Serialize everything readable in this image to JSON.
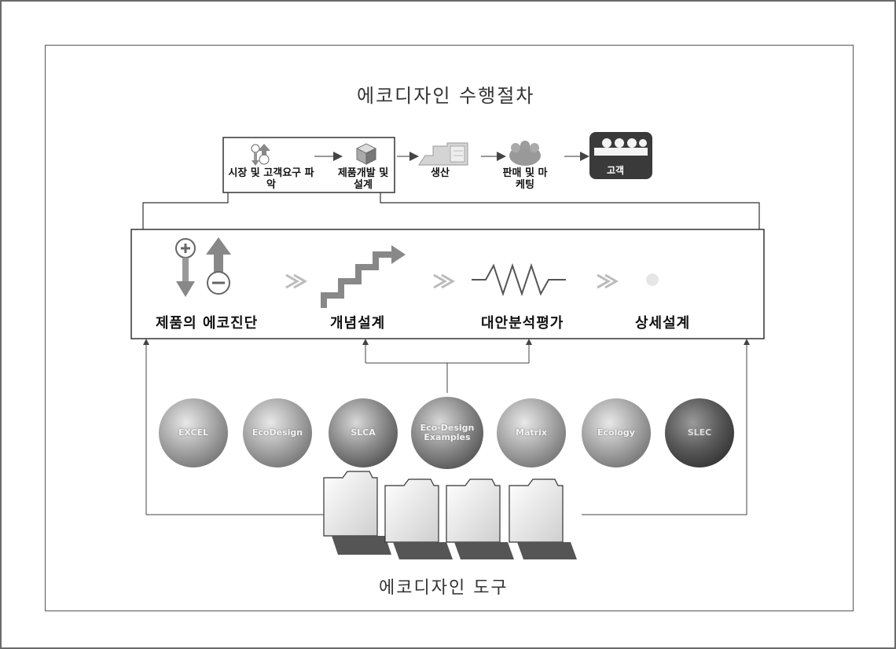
{
  "title": "에코디자인 수행절차",
  "process_steps": [
    {
      "label": "시장 및 고객요구 파악"
    },
    {
      "label": "제품개발 및 설계"
    },
    {
      "label": "생산"
    },
    {
      "label": "판매 및 마케팅"
    },
    {
      "label": "고객"
    }
  ],
  "stages": [
    {
      "label": "제품의 에코진단"
    },
    {
      "label": "개념설계"
    },
    {
      "label": "대안분석평가"
    },
    {
      "label": "상세설계"
    }
  ],
  "tools": [
    {
      "label": "EXCEL"
    },
    {
      "label": "EcoDesign"
    },
    {
      "label": "SLCA"
    },
    {
      "label": "Eco-Design Examples"
    },
    {
      "label": "Matrix"
    },
    {
      "label": "Ecology"
    },
    {
      "label": "SLEC"
    }
  ],
  "bottom_title": "에코디자인 도구",
  "colors": {
    "frame": "#555555",
    "text": "#222222",
    "customer_box": "#3a3a3a",
    "tool_last": "#555555"
  },
  "icons": [
    "key-down-up-icon",
    "product-box-icon",
    "factory-icon",
    "marketing-people-icon",
    "customer-icon",
    "stair-arrow-icon",
    "zigzag-icon",
    "folder-icon"
  ]
}
